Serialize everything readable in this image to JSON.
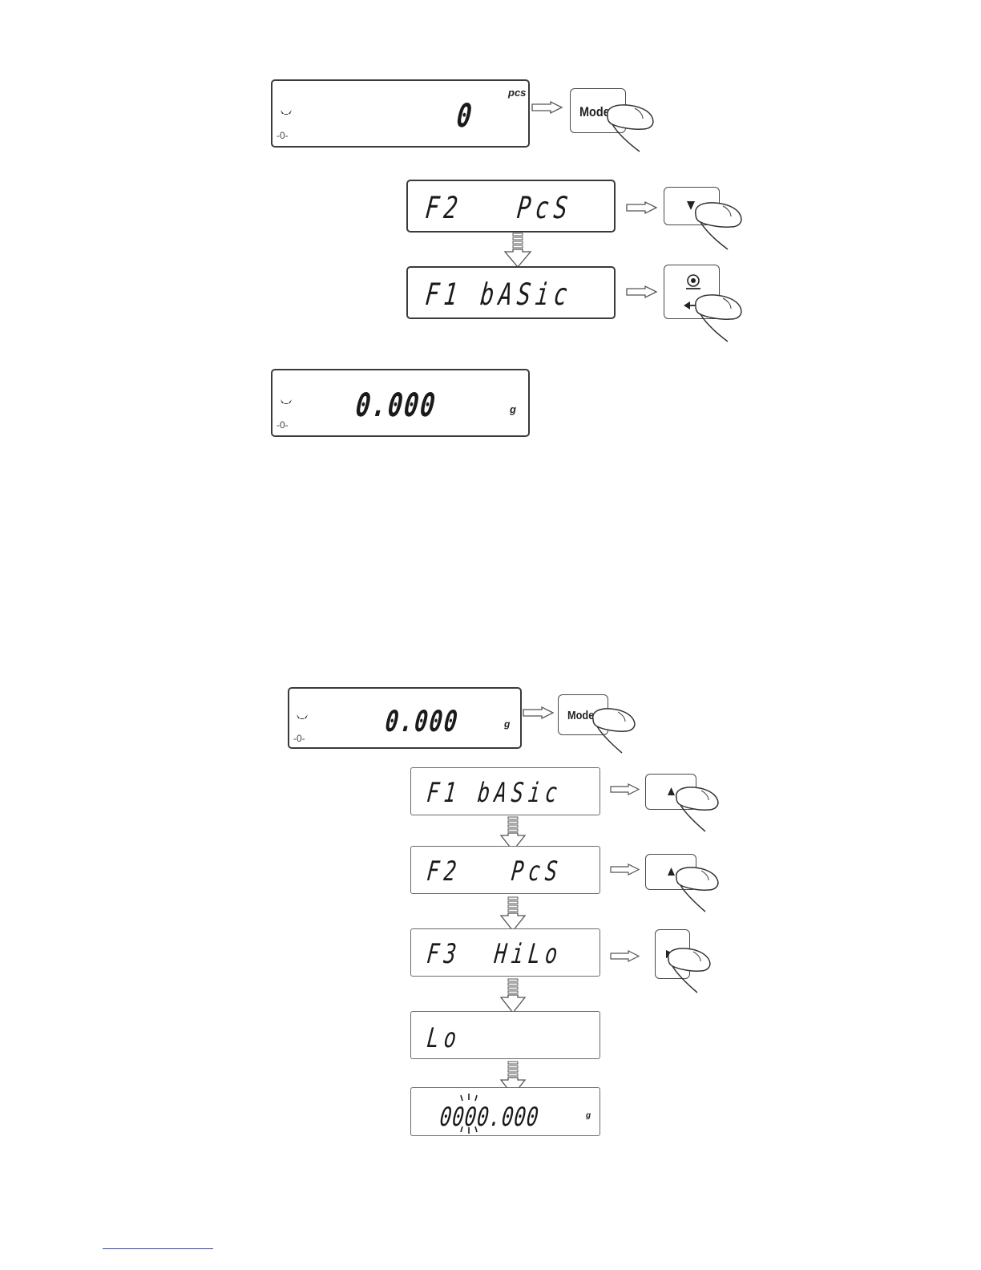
{
  "diagram1": {
    "display_pcs": {
      "value": "0",
      "unit": "pcs",
      "zero_indicator": "-0-"
    },
    "mode_key": {
      "label": "Mode"
    },
    "display_f2": {
      "text": "F2   PcS"
    },
    "down_key": {
      "icon": "down-arrow-icon"
    },
    "display_f1": {
      "text": "F1 bASic"
    },
    "enter_key": {
      "icon": "enter-icon"
    },
    "display_weight": {
      "value": "0.000",
      "unit": "g",
      "zero_indicator": "-0-"
    }
  },
  "diagram2": {
    "display_weight": {
      "value": "0.000",
      "unit": "g",
      "zero_indicator": "-0-"
    },
    "mode_key": {
      "label": "Mode"
    },
    "display_f1": {
      "text": "F1 bASic"
    },
    "display_f2": {
      "text": "F2   PcS"
    },
    "display_f3": {
      "text": "F3  HiLo"
    },
    "display_lo": {
      "text": "Lo"
    },
    "display_value": {
      "value": "0000.000",
      "unit": "g"
    }
  }
}
